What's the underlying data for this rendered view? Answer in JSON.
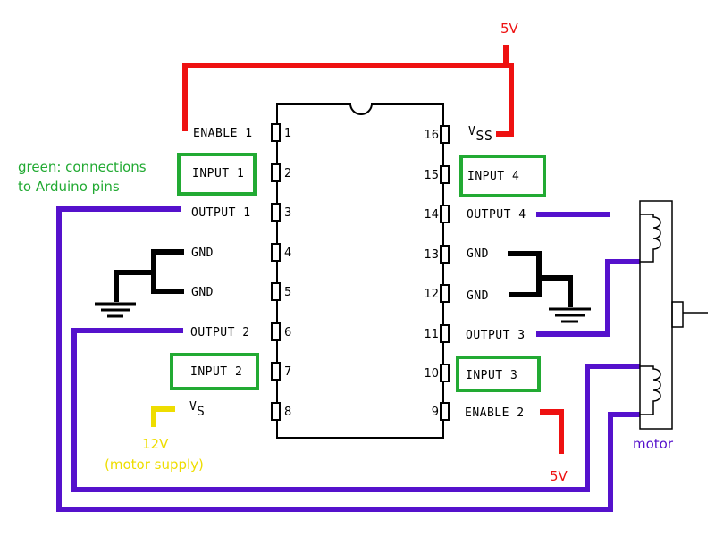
{
  "colors": {
    "power": "#ee1111",
    "arduino": "#22aa33",
    "output": "#5511cc",
    "motor_supply": "#eedd00",
    "ground": "#000000",
    "chip_outline": "#000000"
  },
  "chip": {
    "left_pins": [
      {
        "num": "1",
        "label": "ENABLE 1"
      },
      {
        "num": "2",
        "label": "INPUT 1"
      },
      {
        "num": "3",
        "label": "OUTPUT 1"
      },
      {
        "num": "4",
        "label": "GND"
      },
      {
        "num": "5",
        "label": "GND"
      },
      {
        "num": "6",
        "label": "OUTPUT 2"
      },
      {
        "num": "7",
        "label": "INPUT 2"
      },
      {
        "num": "8",
        "label": "V",
        "sub": "S"
      }
    ],
    "right_pins": [
      {
        "num": "16",
        "label": "V",
        "sub": "SS"
      },
      {
        "num": "15",
        "label": "INPUT 4"
      },
      {
        "num": "14",
        "label": "OUTPUT 4"
      },
      {
        "num": "13",
        "label": "GND"
      },
      {
        "num": "12",
        "label": "GND"
      },
      {
        "num": "11",
        "label": "OUTPUT 3"
      },
      {
        "num": "10",
        "label": "INPUT 3"
      },
      {
        "num": "9",
        "label": "ENABLE 2"
      }
    ]
  },
  "annotations": {
    "supply_top": "5V",
    "supply_bottom": "5V",
    "legend_line1": "green: connections",
    "legend_line2": "to Arduino pins",
    "motor_supply_line1": "12V",
    "motor_supply_line2": "(motor supply)",
    "motor": "motor"
  }
}
